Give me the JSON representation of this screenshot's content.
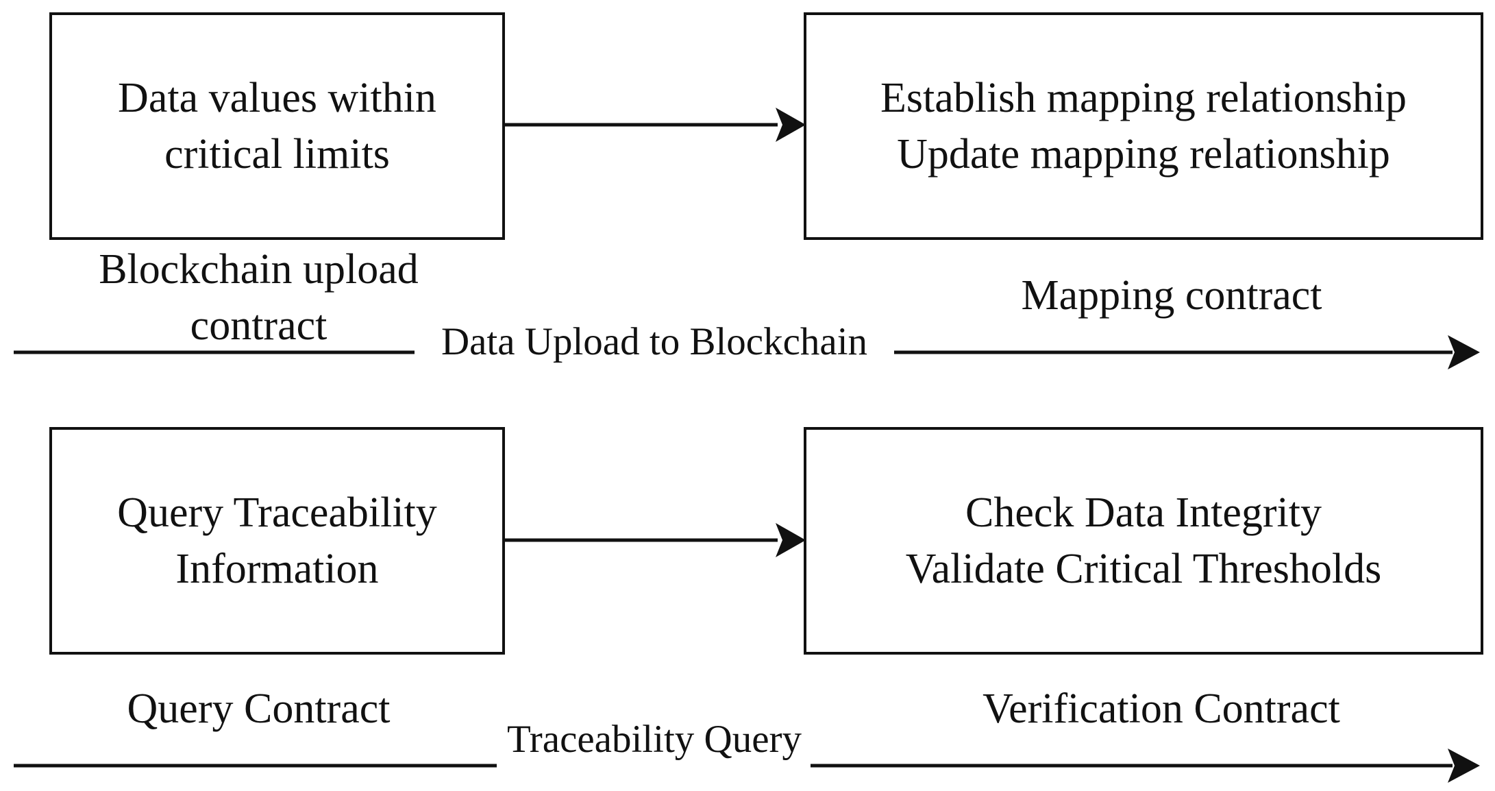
{
  "top_row": {
    "left_box": {
      "line1": "Data values within",
      "line2": "critical limits"
    },
    "right_box": {
      "line1": "Establish mapping relationship",
      "line2": "Update mapping relationship"
    },
    "left_caption": {
      "line1": "Blockchain upload",
      "line2": "contract"
    },
    "right_caption": "Mapping contract",
    "flow_label": "Data Upload to Blockchain"
  },
  "bottom_row": {
    "left_box": {
      "line1": "Query Traceability",
      "line2": "Information"
    },
    "right_box": {
      "line1": "Check Data Integrity",
      "line2": "Validate Critical Thresholds"
    },
    "left_caption": "Query Contract",
    "right_caption": "Verification Contract",
    "flow_label": "Traceability Query"
  }
}
